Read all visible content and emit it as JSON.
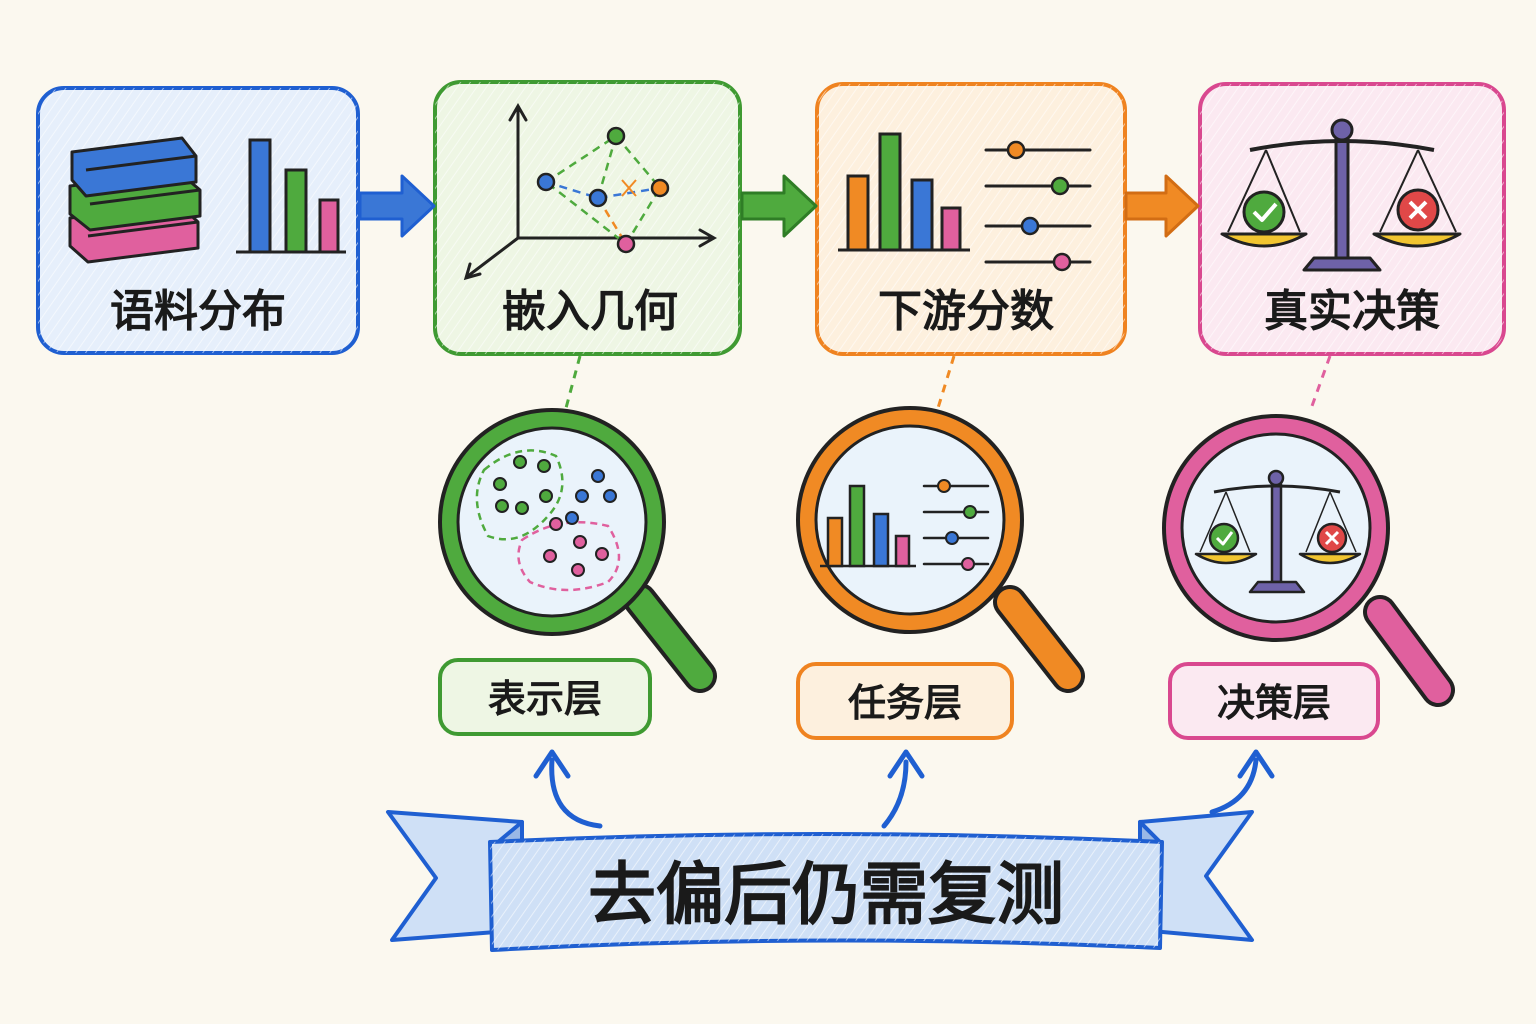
{
  "stages": [
    {
      "label": "语料分布",
      "color": "#1f5fd1",
      "fill": "#e6effb",
      "icon": "books-and-bar-chart-icon"
    },
    {
      "label": "嵌入几何",
      "color": "#3f9a32",
      "fill": "#eef6e4",
      "icon": "embedding-scatter-axes-icon"
    },
    {
      "label": "下游分数",
      "color": "#ef8320",
      "fill": "#fdf0de",
      "icon": "bar-chart-and-sliders-icon"
    },
    {
      "label": "真实决策",
      "color": "#d9488f",
      "fill": "#fbe9f1",
      "icon": "balance-scale-icon"
    }
  ],
  "layers": [
    {
      "label": "表示层",
      "color": "#3f9a32",
      "fill": "#eef6e4",
      "icon": "magnifier-clusters-icon"
    },
    {
      "label": "任务层",
      "color": "#ef8320",
      "fill": "#fdf0de",
      "icon": "magnifier-chart-icon"
    },
    {
      "label": "决策层",
      "color": "#d9488f",
      "fill": "#fbe9f1",
      "icon": "magnifier-scale-icon"
    }
  ],
  "banner": {
    "label": "去偏后仍需复测",
    "color": "#1f5fd1",
    "fill": "#cfe0f6"
  },
  "palette": {
    "blue": "#3a77d6",
    "green": "#4faa3e",
    "orange": "#f08a24",
    "pink": "#e0609e",
    "purple": "#6e62a8",
    "yellow": "#f2c530",
    "red": "#e04848",
    "ink": "#222222"
  }
}
